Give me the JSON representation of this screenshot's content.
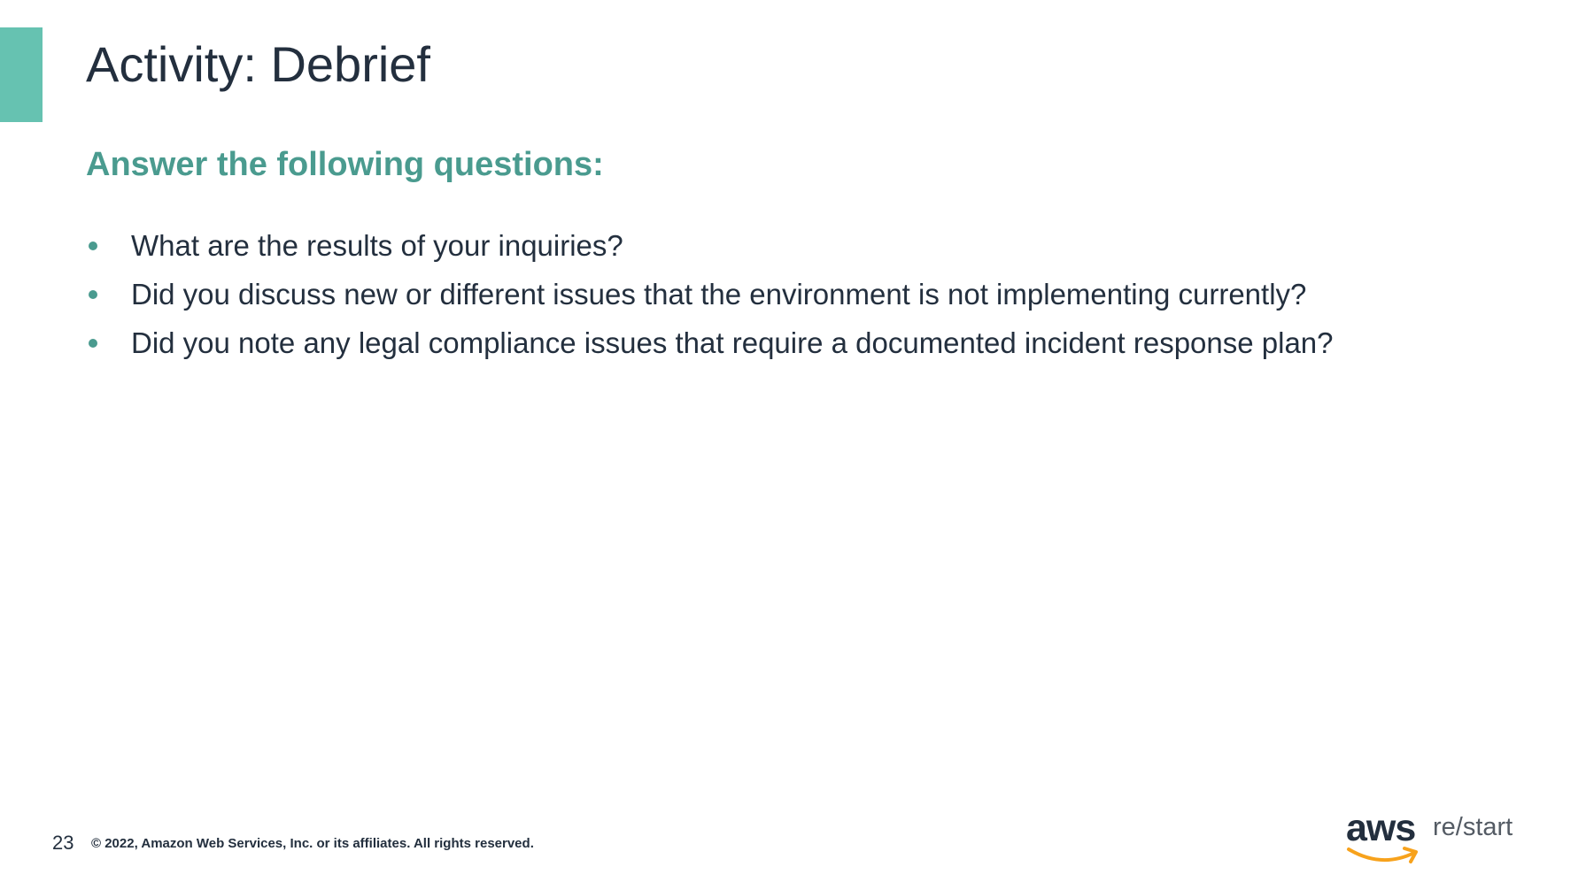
{
  "slide": {
    "title": "Activity: Debrief",
    "subtitle": "Answer the following questions:",
    "bullets": [
      "What are the results of your inquiries?",
      "Did you discuss new or different issues that the environment is not implementing currently?",
      "Did you note any legal compliance issues that require a documented incident response plan?"
    ]
  },
  "footer": {
    "page_number": "23",
    "copyright": "© 2022, Amazon Web Services, Inc. or its affiliates. All rights reserved."
  },
  "brand": {
    "wordmark": "aws",
    "product": "re/start"
  },
  "colors": {
    "accent": "#66c2b1",
    "subtitle": "#4a9b8f",
    "text": "#232f3e",
    "smile": "#f7a21c"
  },
  "icons": {
    "bullet": "bullet-dot-icon",
    "logo_smile": "amazon-smile-icon"
  }
}
